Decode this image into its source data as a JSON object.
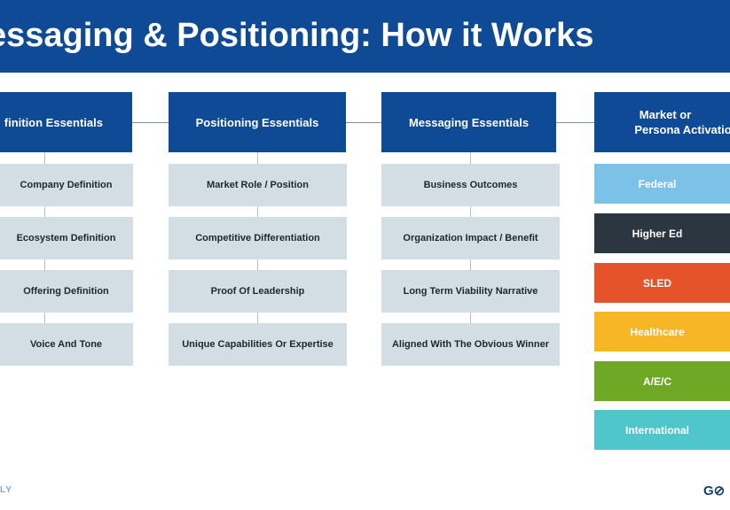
{
  "banner": {
    "title": "essaging & Positioning: How it Works"
  },
  "columns": [
    {
      "header": "finition Essentials",
      "items": [
        "Company Definition",
        "Ecosystem Definition",
        "Offering Definition",
        "Voice And Tone"
      ]
    },
    {
      "header": "Positioning Essentials",
      "items": [
        "Market Role / Position",
        "Competitive Differentiation",
        "Proof Of Leadership",
        "Unique Capabilities Or Expertise"
      ]
    },
    {
      "header": "Messaging Essentials",
      "items": [
        "Business Outcomes",
        "Organization Impact / Benefit",
        "Long Term Viability Narrative",
        "Aligned With The Obvious Winner"
      ]
    }
  ],
  "market": {
    "header_line1": "Market or",
    "header_line2": "Persona Activatio",
    "segments": [
      {
        "label": "Federal",
        "color": "#7cc1e8"
      },
      {
        "label": "Higher Ed",
        "color": "#2b3640"
      },
      {
        "label": "SLED",
        "color": "#e5532a"
      },
      {
        "label": "Healthcare",
        "color": "#f6b626"
      },
      {
        "label": "A/E/C",
        "color": "#6fa825"
      },
      {
        "label": "International",
        "color": "#4ec6cc"
      }
    ]
  },
  "footer": {
    "left_text": "LY",
    "logo_text": "G⊘"
  },
  "colors": {
    "brand_blue": "#0e4a96",
    "cell_gray": "#d3dde4"
  }
}
